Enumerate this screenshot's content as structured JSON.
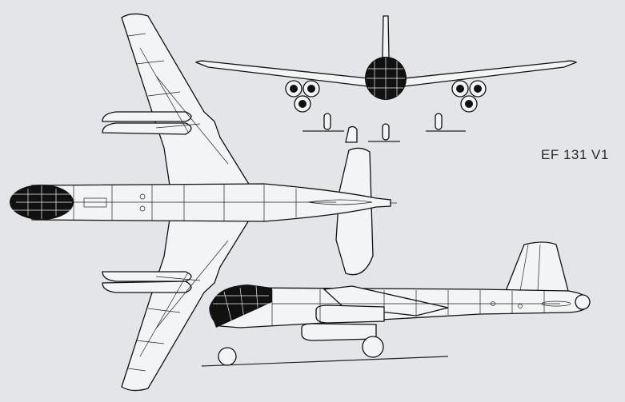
{
  "drawing": {
    "designation": "EF 131 V1",
    "views": [
      "top-view",
      "front-view",
      "side-view"
    ],
    "colors": {
      "background": "#e3e5e9",
      "line": "#111111"
    }
  }
}
